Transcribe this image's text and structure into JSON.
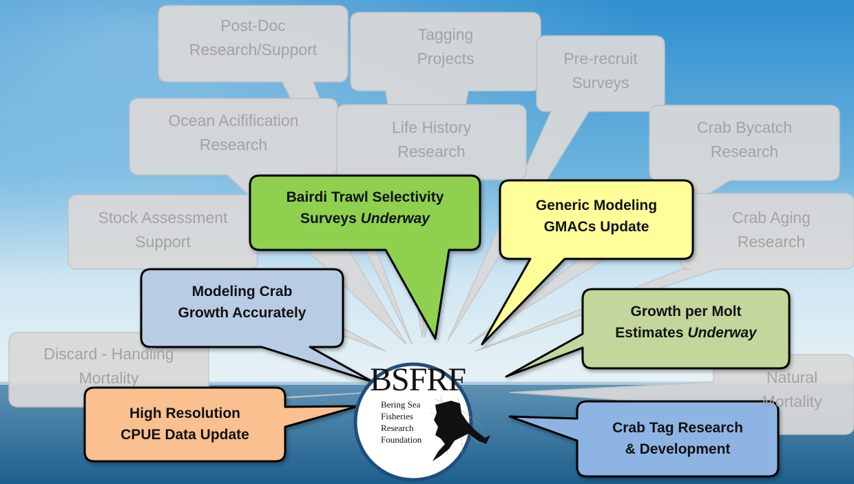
{
  "gray_boxes": {
    "postdoc": [
      "Post-Doc",
      "Research/Support"
    ],
    "tagging": [
      "Tagging",
      "Projects"
    ],
    "prerecruit": [
      "Pre-recruit",
      "Surveys"
    ],
    "ocean": [
      "Ocean Acifification",
      "Research"
    ],
    "lifehist": [
      "Life History",
      "Research"
    ],
    "bycatch": [
      "Crab Bycatch",
      "Research"
    ],
    "stock": [
      "Stock Assessment",
      "Support"
    ],
    "aging": [
      "Crab Aging",
      "Research"
    ],
    "discard": [
      "Discard - Handling",
      "Mortality"
    ],
    "natural": [
      "Natural",
      "Mortality"
    ]
  },
  "highlight_boxes": {
    "bairdi": {
      "line1": "Bairdi Trawl Selectivity",
      "line2a": "Surveys ",
      "line2b": "Underway",
      "color": "#8fd14f"
    },
    "generic": {
      "line1": "Generic Modeling",
      "line2": "GMACs Update",
      "color": "#ffff99"
    },
    "modeling": {
      "line1": "Modeling Crab",
      "line2": "Growth Accurately",
      "color": "#b8cce4"
    },
    "growth": {
      "line1": "Growth per Molt",
      "line2a": "Estimates ",
      "line2b": "Underway",
      "color": "#c3d69b"
    },
    "highres": {
      "line1": "High Resolution",
      "line2": "CPUE Data Update",
      "color": "#fac090"
    },
    "tag": {
      "line1": "Crab Tag Research",
      "line2": "& Development",
      "color": "#8eb4e3"
    }
  },
  "logo": {
    "title": "BSFRF",
    "lines": [
      "Bering Sea",
      "Fisheries",
      "Research",
      "Foundation"
    ]
  }
}
